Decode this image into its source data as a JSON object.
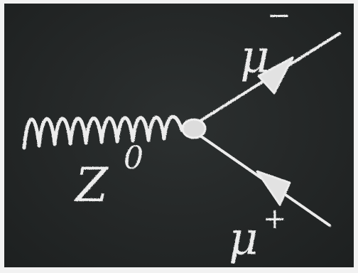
{
  "diagram": {
    "boson": {
      "label": "Z",
      "superscript": "0"
    },
    "outgoing_top": {
      "label": "μ",
      "superscript": "−"
    },
    "outgoing_bottom": {
      "label": "μ",
      "superscript": "+"
    }
  },
  "colors": {
    "chalkboard": "#262929",
    "chalk": "#ececec",
    "frame": "#f2f2f2"
  }
}
